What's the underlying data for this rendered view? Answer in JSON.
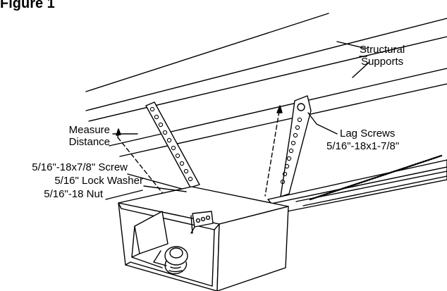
{
  "figure": {
    "title": "Figure 1",
    "labels": {
      "structural_supports": "Structural\nSupports",
      "measure_distance": "Measure\nDistance",
      "lag_screws": "Lag Screws",
      "lag_screws_size": "5/16\"-18x1-7/8\"",
      "screw": "5/16\"-18x7/8\" Screw",
      "lock_washer": "5/16\" Lock Washer",
      "nut": "5/16\"-18 Nut"
    }
  }
}
